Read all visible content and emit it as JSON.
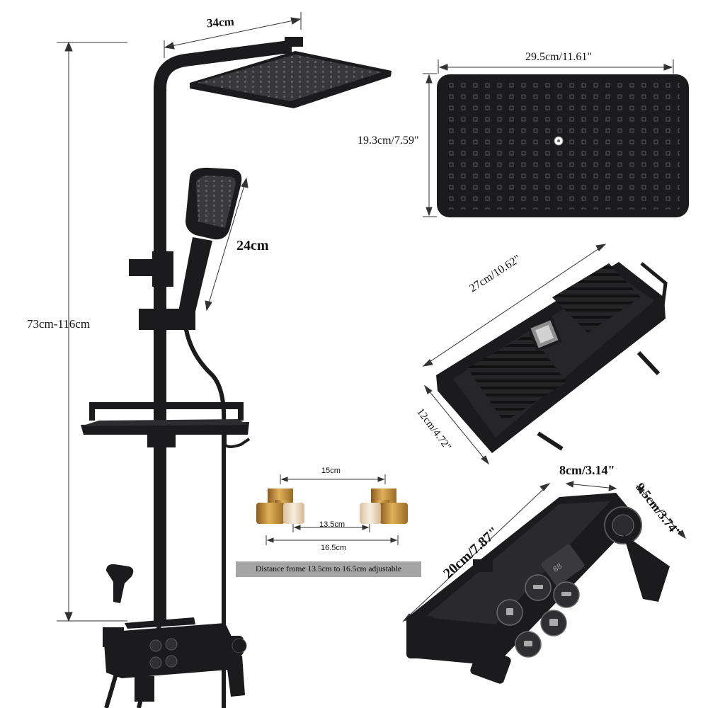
{
  "dimensions": {
    "overall_height": "73cm-116cm",
    "top_arm_width": "34cm",
    "hand_shower_length": "24cm",
    "rain_head_width": "29.5cm/11.61\"",
    "rain_head_depth": "19.3cm/7.59\"",
    "shelf_length": "27cm/10.62\"",
    "shelf_width": "12cm/4.72\"",
    "mixer_length": "20cm/7.87\"",
    "mixer_depth": "8cm/3.14\"",
    "mixer_height": "9.5cm/3.74\""
  },
  "connectors": {
    "outer_spacing": "15cm",
    "min_spacing": "13.5cm",
    "max_spacing": "16.5cm",
    "note": "Distance frome 13.5cm to 16.5cm adjustable"
  },
  "colors": {
    "fixture": "#1b1b1d",
    "brass": "#c8963c",
    "note_bg": "#a5a5a5"
  }
}
